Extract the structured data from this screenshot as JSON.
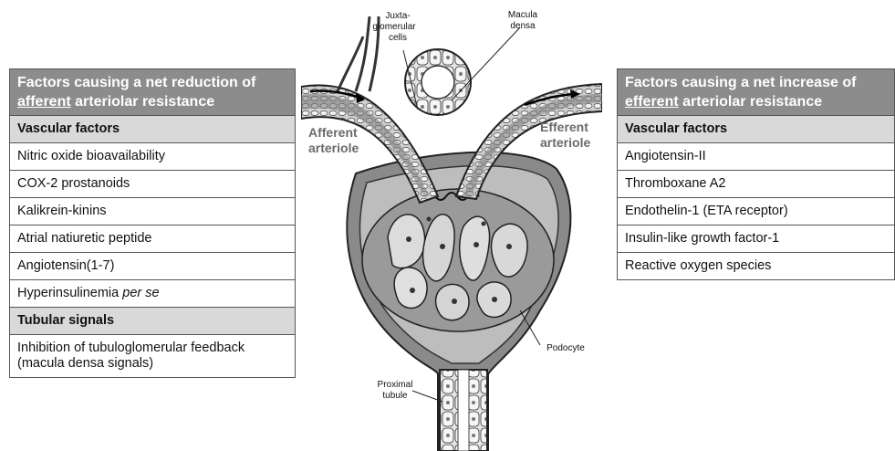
{
  "left_panel": {
    "title_pre": "Factors causing a net reduction of ",
    "title_underline": "afferent",
    "title_post": " arteriolar resistance",
    "sections": [
      {
        "heading": "Vascular factors"
      },
      {
        "item": "Nitric oxide bioavailability"
      },
      {
        "item": "COX-2 prostanoids"
      },
      {
        "item": "Kalikrein-kinins"
      },
      {
        "item": "Atrial natiuretic peptide"
      },
      {
        "item": "Angiotensin(1-7)"
      },
      {
        "item_plain": "Hyperinsulinemia ",
        "item_italic": "per se"
      },
      {
        "heading": "Tubular signals"
      },
      {
        "item": "Inhibition of tubuloglomerular feedback (macula densa signals)"
      }
    ]
  },
  "right_panel": {
    "title_pre": "Factors causing a net increase of ",
    "title_underline": "efferent",
    "title_post": " arteriolar resistance",
    "heading": "Vascular factors",
    "items": [
      "Angiotensin-II",
      "Thromboxane A2",
      "Endothelin-1 (ETA receptor)",
      "Insulin-like growth factor-1",
      "Reactive oxygen species"
    ]
  },
  "diagram_labels": {
    "juxta_1": "Juxta-",
    "juxta_2": "glomerular",
    "juxta_3": "cells",
    "macula_1": "Macula",
    "macula_2": "densa",
    "afferent_1": "Afferent",
    "afferent_2": "arteriole",
    "efferent_1": "Efferent",
    "efferent_2": "arteriole",
    "podocyte": "Podocyte",
    "proximal_1": "Proximal",
    "proximal_2": "tubule"
  }
}
